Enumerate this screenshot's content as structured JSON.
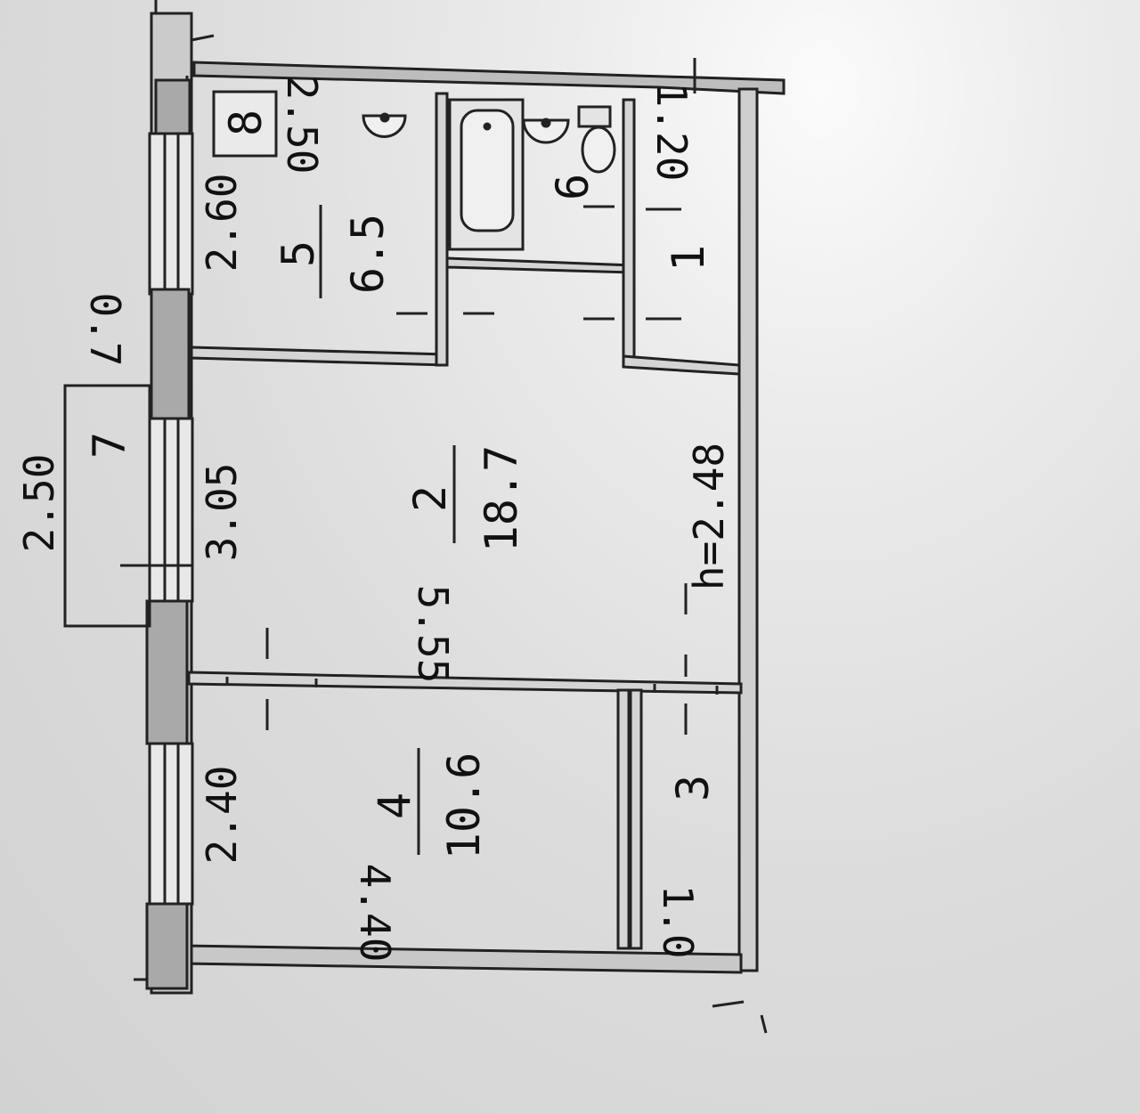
{
  "plan": {
    "rooms": {
      "r2": {
        "number": "2",
        "area": "18.7"
      },
      "r3": {
        "number": "3"
      },
      "r4": {
        "number": "4",
        "area": "10.6"
      },
      "r5": {
        "number": "5",
        "area": "6.5"
      },
      "r6": {
        "number": "6"
      },
      "r1": {
        "number": "1"
      },
      "r7": {
        "number": "7"
      },
      "r8": {
        "number": "8"
      }
    },
    "dimensions": {
      "d_2_60": "2.60",
      "d_2_50_bath": "2.50",
      "d_1_20": "1.20",
      "d_0_7": "0.7",
      "d_2_50_balcony": "2.50",
      "d_3_05": "3.05",
      "d_5_55": "5.55",
      "d_h": "h=2.48",
      "d_2_40": "2.40",
      "d_4_40": "4.40",
      "d_1_0": "1.0"
    }
  }
}
